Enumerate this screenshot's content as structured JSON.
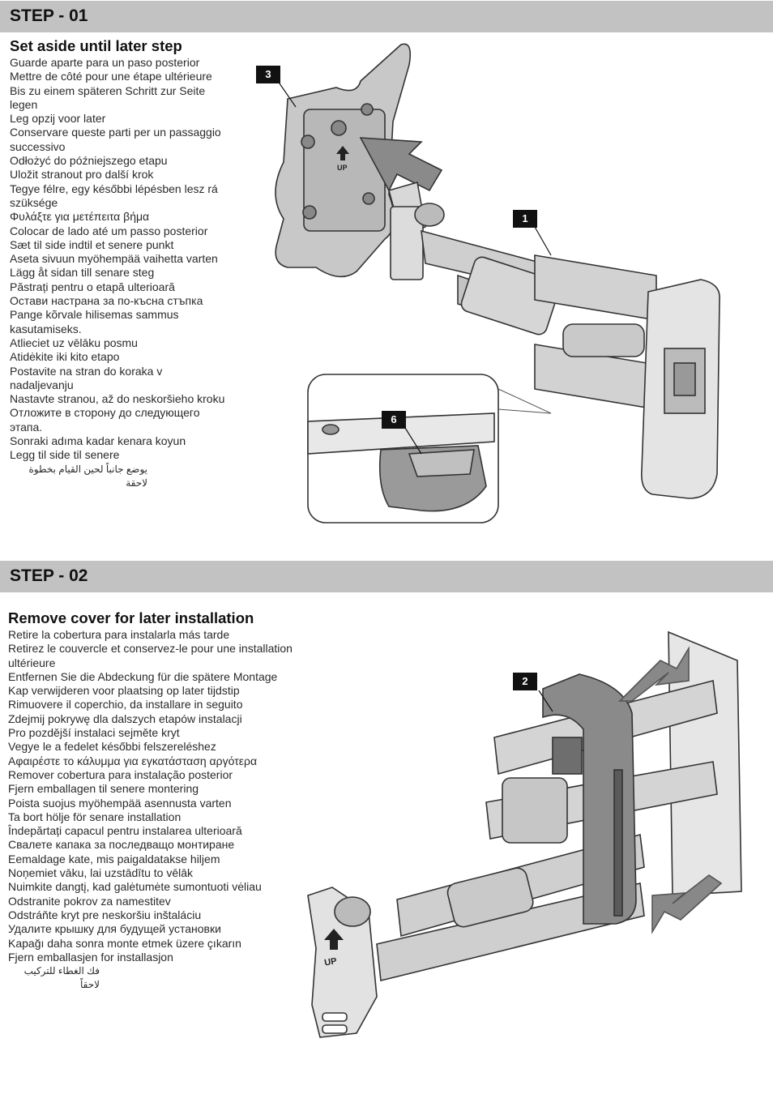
{
  "step1": {
    "header": "STEP - 01",
    "title": "Set aside until later step",
    "lines": [
      "Guarde aparte para un paso posterior",
      "Mettre de côté pour une étape ultérieure",
      "Bis zu einem späteren Schritt zur Seite",
      "legen",
      "Leg opzij voor later",
      "Conservare queste parti per un passaggio",
      "successivo",
      "Odłożyć do późniejszego etapu",
      "Uložit stranout pro další krok",
      "Tegye félre, egy későbbi lépésben lesz rá",
      "szüksége",
      "Φυλάξτε για μετέπειτα βήμα",
      "Colocar de lado até um passo posterior",
      "Sæt til side indtil et senere punkt",
      "Aseta sivuun myöhempää vaihetta varten",
      "Lägg åt sidan till senare steg",
      "Păstrați pentru o etapă ulterioară",
      "Остави настрана за по-късна стъпка",
      "Pange kõrvale hilisemas sammus",
      "kasutamiseks.",
      "Atlieciet uz vēlāku posmu",
      "Atidėkite iki kito etapo",
      "Postavite na stran do koraka v",
      "nadaljevanju",
      "Nastavte stranou, až do neskoršieho kroku",
      "Отложите в сторону до следующего",
      "этапа.",
      "Sonraki adıma kadar kenara koyun",
      "Legg til side til senere"
    ],
    "arabic": "يوضع جانباً لحين القيام بخطوة لاحقة",
    "callouts": [
      "3",
      "1",
      "6"
    ],
    "plate_label": "UP"
  },
  "step2": {
    "header": "STEP - 02",
    "title": "Remove cover for later installation",
    "lines": [
      "Retire la cobertura para instalarla más tarde",
      "Retirez le couvercle et conservez-le pour une installation",
      "ultérieure",
      "Entfernen Sie die Abdeckung für die spätere Montage",
      "Kap verwijderen voor plaatsing op later tijdstip",
      "Rimuovere il coperchio, da installare in seguito",
      "Zdejmij pokrywę dla dalszych etapów instalacji",
      "Pro pozdější instalaci sejměte kryt",
      "Vegye le a fedelet későbbi felszereléshez",
      "Αφαιρέστε το κάλυμμα για εγκατάσταση αργότερα",
      "Remover cobertura para instalação posterior",
      "Fjern emballagen til senere montering",
      "Poista suojus myöhempää asennusta varten",
      "Ta bort hölje för senare installation",
      "Îndepărtați capacul pentru instalarea ulterioară",
      "Свалете капака за последващо монтиране",
      "Eemaldage kate, mis paigaldatakse hiljem",
      "Noņemiet vāku, lai uzstādītu to vēlāk",
      "Nuimkite dangtį, kad galėtumėte sumontuoti vėliau",
      "Odstranite pokrov za namestitev",
      "Odstráňte kryt pre neskoršiu inštaláciu",
      "Удалите крышку для будущей установки",
      "Kapağı daha sonra monte etmek üzere çıkarın",
      "Fjern emballasjen for installasjon"
    ],
    "arabic": "فك الغطاء للتركيب لاحقاً",
    "callouts": [
      "2"
    ],
    "plate_label": "UP"
  }
}
